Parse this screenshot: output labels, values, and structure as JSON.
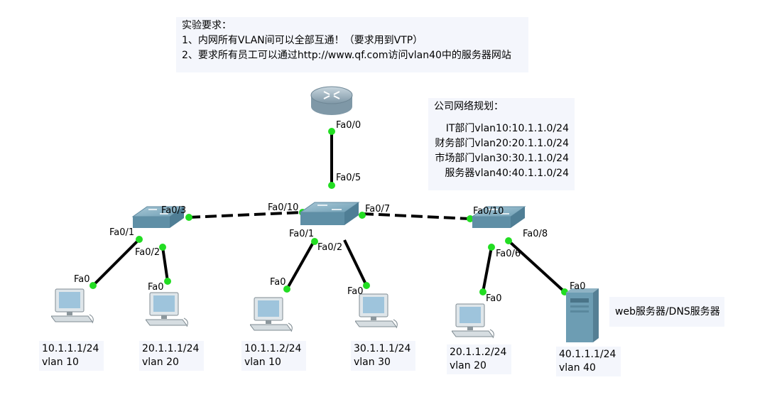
{
  "requirements": {
    "title": "实验要求：",
    "line1": "1、内网所有VLAN间可以全部互通！（要求用到VTP）",
    "line2": "2、要求所有员工可以通过http://www.qf.com访问vlan40中的服务器网站"
  },
  "plan": {
    "title": "公司网络规划：",
    "items": [
      "IT部门vlan10:10.1.1.0/24",
      "财务部门vlan20:20.1.1.0/24",
      "市场部门vlan30:30.1.1.0/24",
      "服务器vlan40:40.1.1.0/24"
    ]
  },
  "ports": {
    "router_fa00": "Fa0/0",
    "core_fa05": "Fa0/5",
    "core_fa010": "Fa0/10",
    "core_fa07": "Fa0/7",
    "core_fa01": "Fa0/1",
    "core_fa02": "Fa0/2",
    "left_fa03": "Fa0/3",
    "left_fa01": "Fa0/1",
    "left_fa02": "Fa0/2",
    "right_fa010": "Fa0/10",
    "right_fa06": "Fa0/6",
    "right_fa08": "Fa0/8",
    "pc1_fa0": "Fa0",
    "pc2_fa0": "Fa0",
    "pc3_fa0": "Fa0",
    "pc4_fa0": "Fa0",
    "pc5_fa0": "Fa0",
    "server_fa0": "Fa0"
  },
  "hosts": [
    {
      "ip": "10.1.1.1/24",
      "vlan": "vlan 10"
    },
    {
      "ip": "20.1.1.1/24",
      "vlan": "vlan 20"
    },
    {
      "ip": "10.1.1.2/24",
      "vlan": "vlan 10"
    },
    {
      "ip": "30.1.1.1/24",
      "vlan": "vlan 30"
    },
    {
      "ip": "20.1.1.2/24",
      "vlan": "vlan 20"
    },
    {
      "ip": "40.1.1.1/24",
      "vlan": "vlan 40"
    }
  ],
  "server_caption": "web服务器/DNS服务器",
  "colors": {
    "link": "#000000",
    "port_dot": "#22dd22",
    "note_bg": "#f4f6fc",
    "device_blue": "#6d9db3"
  }
}
